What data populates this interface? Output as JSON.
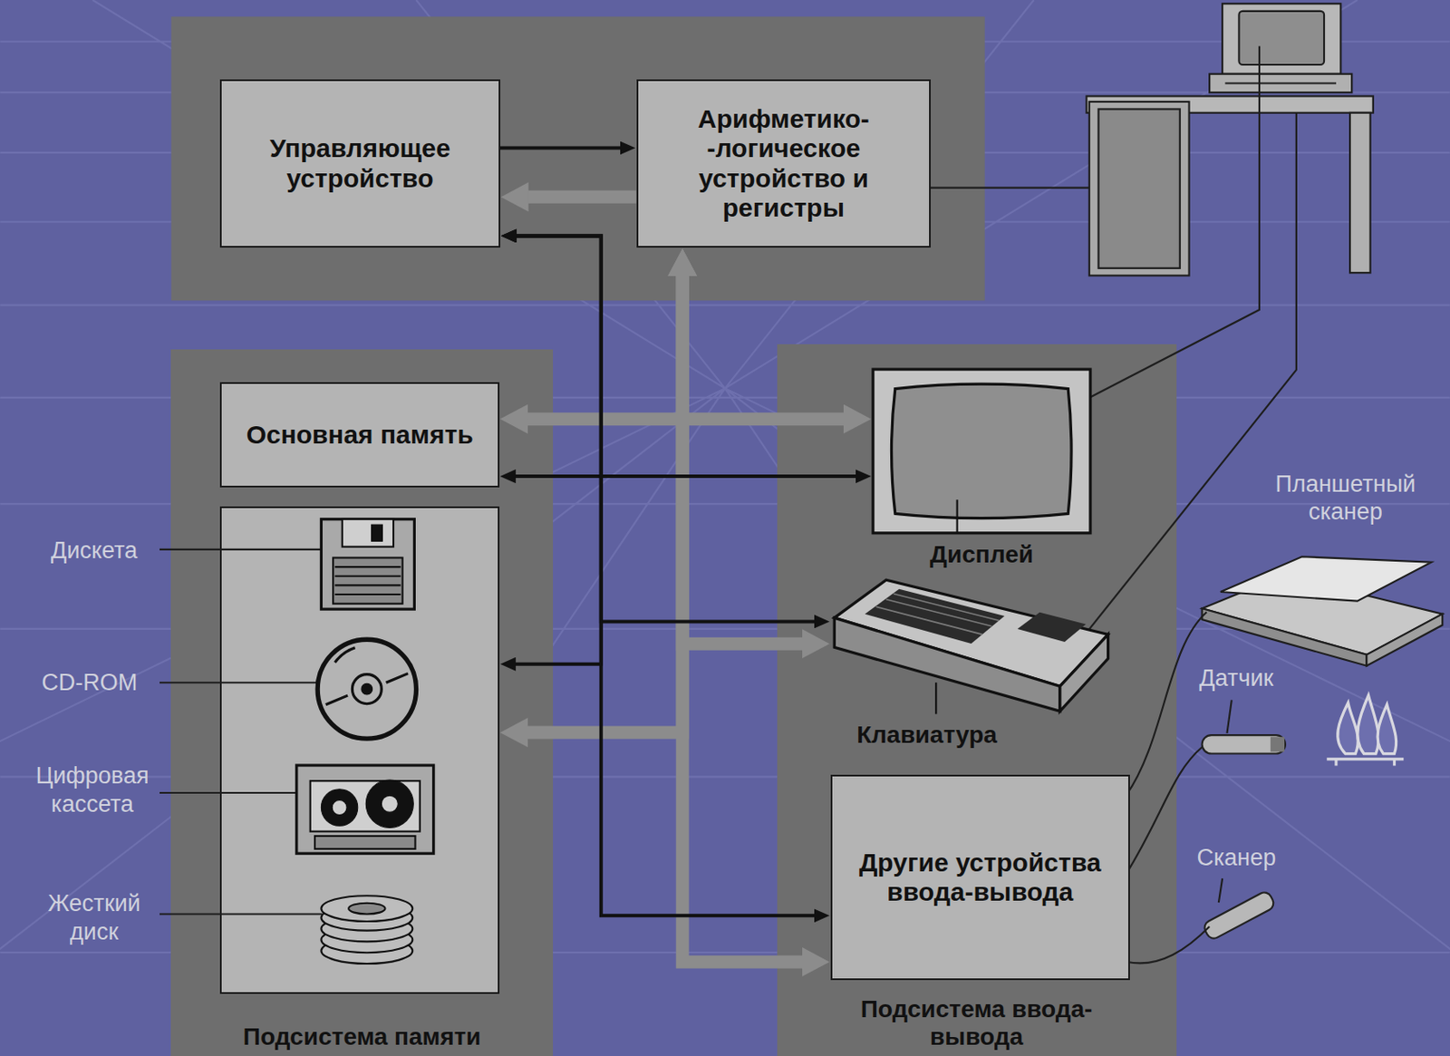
{
  "diagram": {
    "nodes": [
      {
        "text": [
          "Управляющее устройство"
        ]
      },
      {
        "text": [
          "Арифметико- -логическое устройство и регистры"
        ]
      },
      {
        "text": [
          "Подсистема памяти"
        ]
      },
      {
        "text": [
          "Основная память"
        ],
        "in": 2
      },
      {
        "text": [
          "Дискета",
          "CD-ROM",
          "Цифровая кассета",
          "Жесткий диск"
        ],
        "in": 2
      },
      {
        "text": [
          "Подсистема ввода-вывода"
        ]
      },
      {
        "text": [
          "Дисплей"
        ],
        "in": 5
      },
      {
        "text": [
          "Клавиатура"
        ],
        "in": 5
      },
      {
        "text": [
          "Другие устройства ввода-вывода"
        ],
        "in": 5
      }
    ],
    "edges": [
      {
        "from": 0,
        "to": 1,
        "arrow": "to"
      },
      {
        "from": 1,
        "to": 0,
        "arrow": "to"
      },
      {
        "from": 3,
        "to": 6,
        "arrow": "both"
      },
      {
        "from": 3,
        "to": 6,
        "arrow": "both"
      },
      {
        "from": 0,
        "to": 7,
        "arrow": "both"
      },
      {
        "from": 0,
        "to": 4,
        "arrow": "both"
      },
      {
        "from": 0,
        "to": 8,
        "arrow": "both"
      },
      {
        "from": 1,
        "to": 7,
        "arrow": "both"
      },
      {
        "from": 1,
        "to": 4,
        "arrow": "both"
      },
      {
        "from": 1,
        "to": 8,
        "arrow": "both"
      }
    ],
    "labels": [
      "Планшетный сканер",
      "Датчик",
      "Сканер"
    ]
  }
}
